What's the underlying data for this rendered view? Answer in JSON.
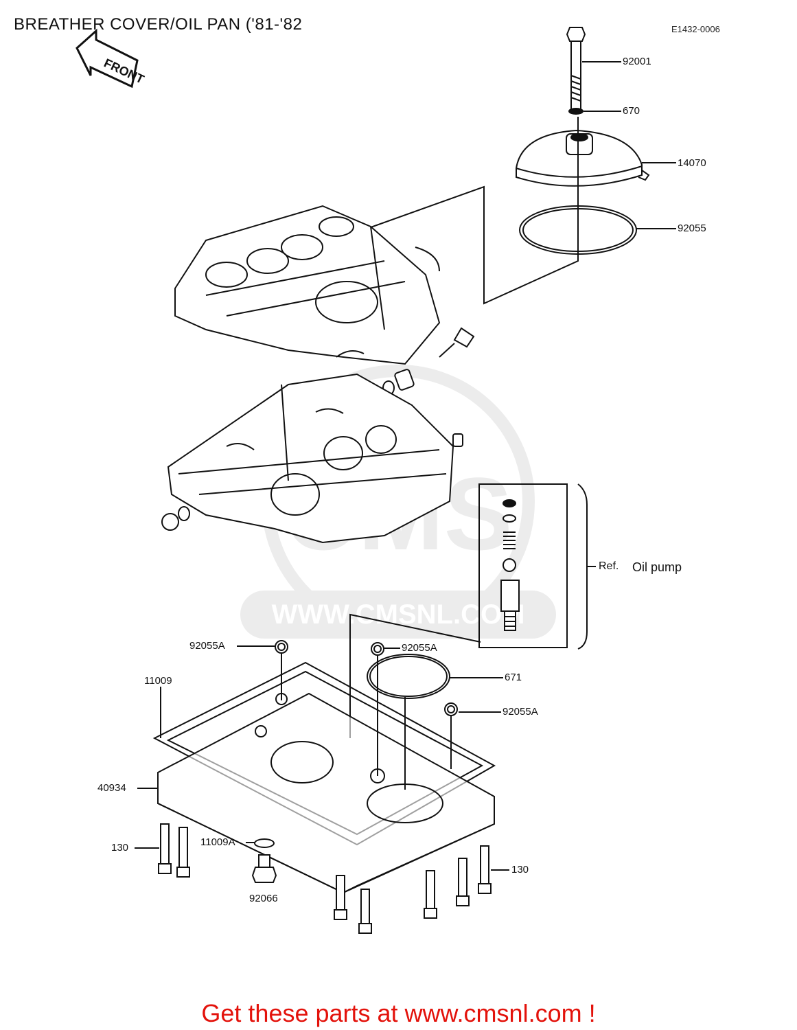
{
  "header": {
    "title": "BREATHER COVER/OIL PAN ('81-'82",
    "diagram_code": "E1432-0006"
  },
  "front_arrow": {
    "label": "FRONT"
  },
  "parts": [
    {
      "id": "p92001",
      "number": "92001"
    },
    {
      "id": "p670",
      "number": "670"
    },
    {
      "id": "p14070",
      "number": "14070"
    },
    {
      "id": "p92055",
      "number": "92055"
    },
    {
      "id": "p92055A_left",
      "number": "92055A"
    },
    {
      "id": "p92055A_center",
      "number": "92055A"
    },
    {
      "id": "p671",
      "number": "671"
    },
    {
      "id": "p92055A_right",
      "number": "92055A"
    },
    {
      "id": "p11009",
      "number": "11009"
    },
    {
      "id": "p40934",
      "number": "40934"
    },
    {
      "id": "p130_left",
      "number": "130"
    },
    {
      "id": "p11009A",
      "number": "11009A"
    },
    {
      "id": "p92066",
      "number": "92066"
    },
    {
      "id": "p130_right",
      "number": "130"
    }
  ],
  "reference": {
    "ref": "Ref.",
    "name": "Oil pump"
  },
  "watermark": {
    "brand": "CMS",
    "url": "WWW.CMSNL.COM"
  },
  "footer": {
    "cta": "Get these parts at www.cmsnl.com !"
  },
  "colors": {
    "cta": "#e3120b",
    "line": "#111111",
    "watermark": "#e6e6e6"
  }
}
